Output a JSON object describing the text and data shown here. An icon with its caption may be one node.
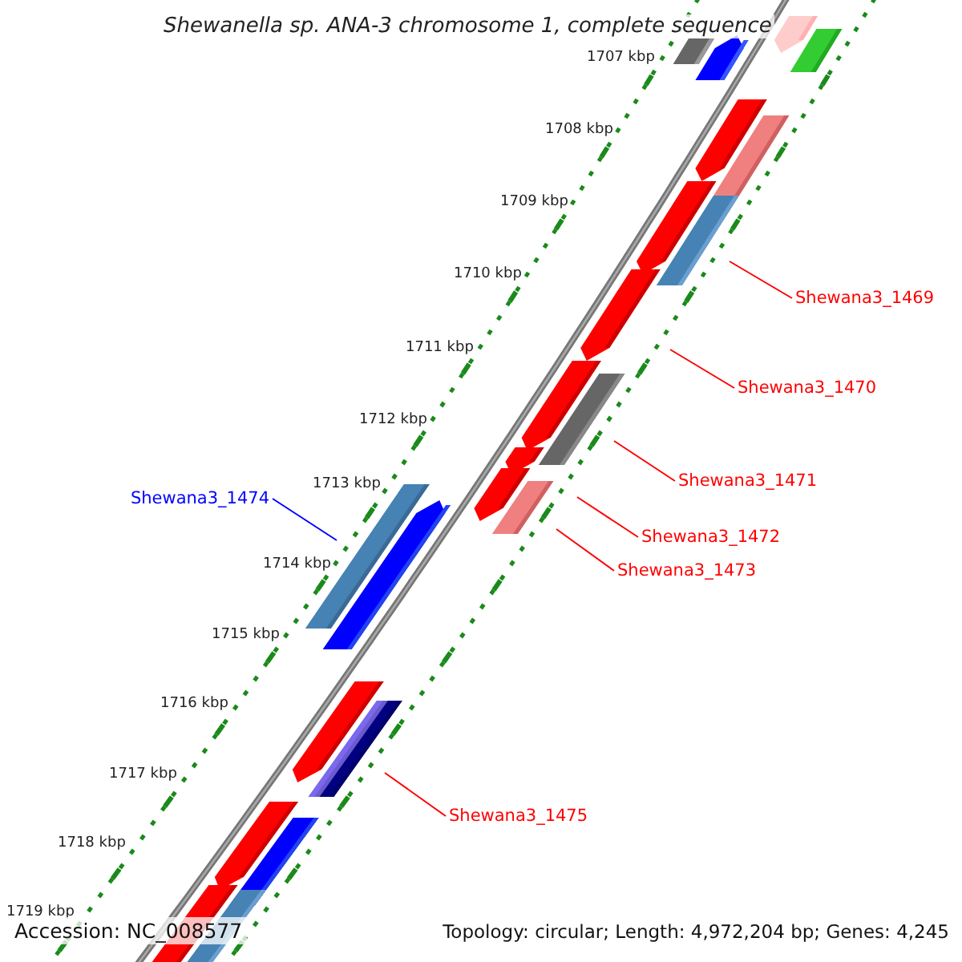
{
  "diagram": {
    "title": "Shewanella sp. ANA-3 chromosome 1, complete sequence",
    "nodes": [
      {
        "text": [
          "Shewana3_1469"
        ]
      },
      {
        "text": [
          "Shewana3_1470"
        ]
      },
      {
        "text": [
          "Shewana3_1471"
        ]
      },
      {
        "text": [
          "Shewana3_1474"
        ]
      },
      {
        "text": [
          "Shewana3_1472"
        ]
      },
      {
        "text": [
          "Shewana3_1473"
        ]
      },
      {
        "text": [
          "Shewana3_1475"
        ]
      }
    ],
    "edges": [
      {
        "from": 0,
        "to": null,
        "arrow": "none"
      },
      {
        "from": 1,
        "to": null,
        "arrow": "none"
      },
      {
        "from": 2,
        "to": null,
        "arrow": "none"
      },
      {
        "from": 3,
        "to": null,
        "arrow": "none",
        "color": "#0000ff"
      },
      {
        "from": 4,
        "to": null,
        "arrow": "none"
      },
      {
        "from": 5,
        "to": null,
        "arrow": "none"
      },
      {
        "from": 6,
        "to": null,
        "arrow": "none"
      }
    ],
    "labels": [
      "1707 kbp",
      "1708 kbp",
      "1709 kbp",
      "1710 kbp",
      "1711 kbp",
      "1712 kbp",
      "1713 kbp",
      "1714 kbp",
      "1715 kbp",
      "1716 kbp",
      "1717 kbp",
      "1718 kbp",
      "1719 kbp",
      "Accession: NC_008577",
      "Topology: circular; Length: 4,972,204 bp; Genes: 4,245"
    ]
  }
}
